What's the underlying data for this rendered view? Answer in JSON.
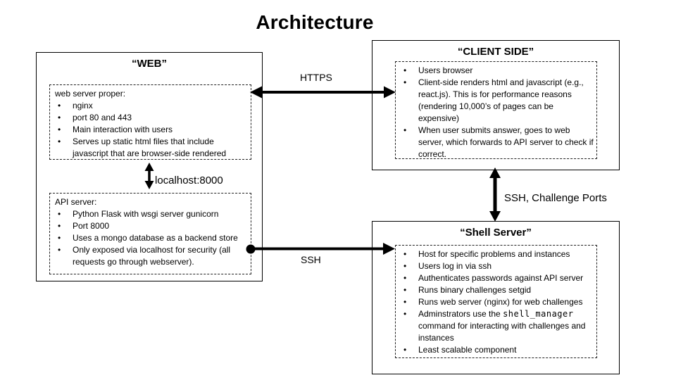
{
  "title": "Architecture",
  "web_box": {
    "title": "“WEB”",
    "web_server": {
      "heading": "web server proper:",
      "bullets": [
        "nginx",
        "port 80 and 443",
        "Main interaction with users",
        "Serves up static html files that include javascript that are browser-side rendered"
      ]
    },
    "api_server": {
      "heading": "API server:",
      "bullets": [
        "Python Flask with wsgi server gunicorn",
        "Port 8000",
        "Uses a mongo database as a backend store",
        "Only exposed via localhost for security (all requests go through webserver)."
      ]
    },
    "internal_link_label": "localhost:8000"
  },
  "client_box": {
    "title": "“CLIENT SIDE”",
    "bullets": [
      "Users browser",
      "Client-side renders html and javascript (e.g., react.js). This is for performance reasons (rendering 10,000’s of pages can be expensive)",
      "When user submits answer, goes to web server, which forwards to API server to check if correct."
    ]
  },
  "shell_box": {
    "title": "“Shell Server”",
    "bullets": [
      "Host for specific problems and instances",
      "Users log in via ssh",
      "Authenticates passwords against API server",
      "Runs binary challenges setgid",
      "Runs web server (nginx) for web challenges",
      "Adminstrators use the `shell_manager` command for interacting with challenges and instances",
      "Least scalable component"
    ]
  },
  "connections": {
    "https_label": "HTTPS",
    "ssh_label": "SSH",
    "ssh_challenge_label": "SSH, Challenge Ports"
  }
}
